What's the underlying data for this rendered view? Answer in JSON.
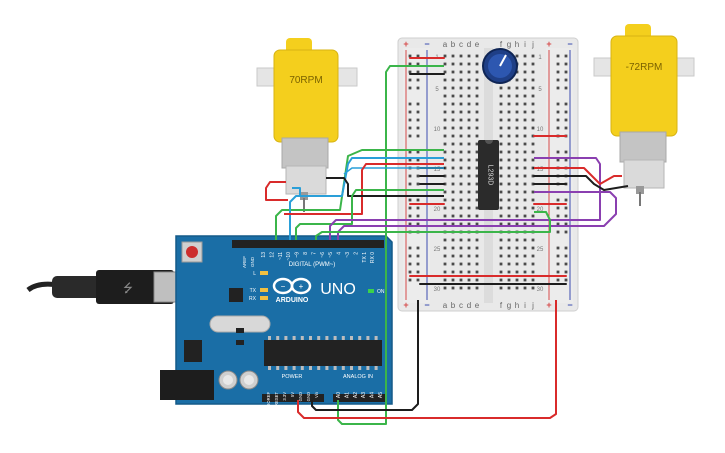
{
  "motors": {
    "left": {
      "label": "70RPM"
    },
    "right": {
      "label": "-72RPM"
    }
  },
  "chip": {
    "label": "L293D"
  },
  "arduino": {
    "brand": "ARDUINO",
    "model": "UNO",
    "digital_label": "DIGITAL (PWM~)",
    "power_label": "POWER",
    "analog_label": "ANALOG IN",
    "on_label": "ON",
    "l_label": "L",
    "tx_label": "TX",
    "rx_label": "RX",
    "aref_label": "AREF",
    "gnd_label": "GND",
    "digital_pins": [
      "13",
      "12",
      "~11",
      "~10",
      "~9",
      "8",
      "7",
      "~6",
      "~5",
      "4",
      "~3",
      "2",
      "TX 1",
      "RX 0"
    ],
    "power_pins": [
      "IOREF",
      "RESET",
      "3.3V",
      "5V",
      "GND",
      "GND",
      "Vin"
    ],
    "analog_pins": [
      "A0",
      "A1",
      "A2",
      "A3",
      "A4",
      "A5"
    ]
  },
  "breadboard": {
    "columns_left": [
      "a",
      "b",
      "c",
      "d",
      "e"
    ],
    "columns_right": [
      "f",
      "g",
      "h",
      "i",
      "j"
    ],
    "rows": [
      "1",
      "5",
      "10",
      "15",
      "20",
      "25",
      "30"
    ],
    "plus": "+",
    "minus": "−"
  },
  "colors": {
    "motor_yellow": "#f4cf1d",
    "arduino_blue": "#1a6ea6",
    "wire_red": "#d92b2b",
    "wire_green": "#3bb54a",
    "wire_blue": "#2a9fd8",
    "wire_purple": "#8a3fb0",
    "wire_black": "#1d1d1d"
  }
}
